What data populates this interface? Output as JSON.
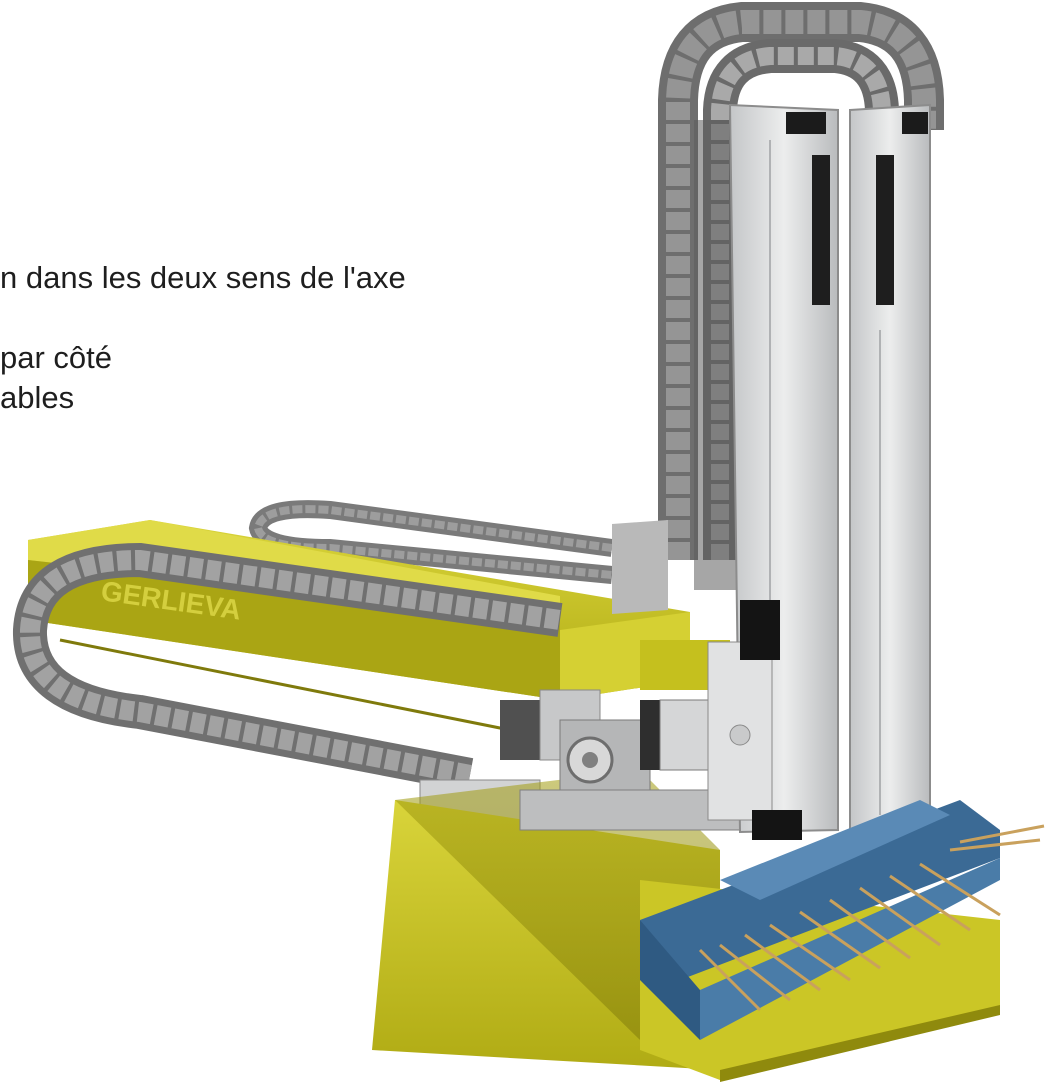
{
  "caption_lines": [
    "n dans les deux sens de l'axe",
    "par côté",
    "ables"
  ],
  "machine": {
    "beam_logo": "GERLIEVA"
  },
  "colors": {
    "frame_yellow": "#c6c21f",
    "frame_yellow_dark": "#7f7a0c",
    "column_aluminium": "#d9dadb",
    "cable_chain_gray": "#7b7b7b",
    "gripper_blue": "#3f6f9b",
    "gripper_pins": "#c9a15d"
  }
}
